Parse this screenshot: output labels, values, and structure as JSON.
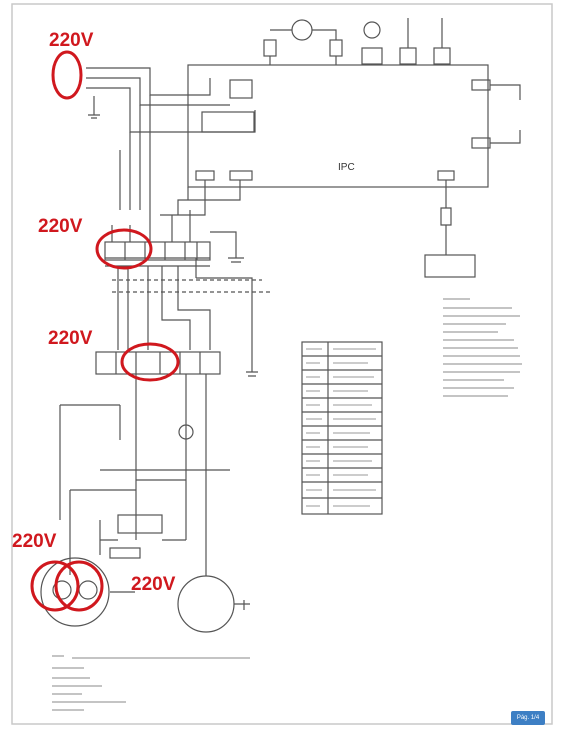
{
  "annotations": {
    "label_1": "220V",
    "label_2": "220V",
    "label_3": "220V",
    "label_4": "220V",
    "label_5": "220V",
    "color": "#d0181e"
  },
  "diagram": {
    "ipc_label": "IPC"
  },
  "badge": {
    "text": "Pág. 1/4"
  }
}
